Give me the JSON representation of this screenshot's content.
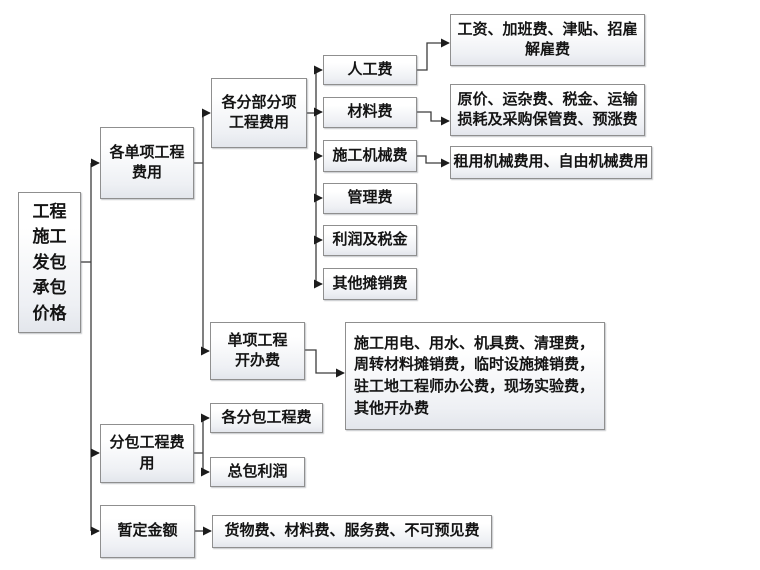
{
  "nodes": {
    "root": {
      "label": "工程\n施工\n发包\n承包\n价格"
    },
    "unit_project_fee": {
      "label": "各单项工程\n费用"
    },
    "divisional_fee": {
      "label": "各分部分项\n工程费用"
    },
    "labor_fee": {
      "label": "人工费"
    },
    "material_fee": {
      "label": "材料费"
    },
    "machinery_fee": {
      "label": "施工机械费"
    },
    "management_fee": {
      "label": "管理费"
    },
    "profit_tax": {
      "label": "利润及税金"
    },
    "other_amortization": {
      "label": "其他摊销费"
    },
    "labor_detail": {
      "label": "工资、加班费、津贴、招雇\n解雇费"
    },
    "material_detail": {
      "label": "原价、运杂费、税金、运输\n损耗及采购保管费、预涨费"
    },
    "machinery_detail": {
      "label": "租用机械费用、自由机械费用"
    },
    "site_setup_fee": {
      "label": "单项工程\n开办费"
    },
    "setup_detail": {
      "label": "施工用电、用水、机具费、清理费，\n周转材料摊销费，临时设施摊销费，\n驻工地工程师办公费，现场实验费，\n其他开办费"
    },
    "subcontract_fee": {
      "label": "分包工程费\n用"
    },
    "each_subcontract_fee": {
      "label": "各分包工程费"
    },
    "gc_profit": {
      "label": "总包利润"
    },
    "provisional_sum": {
      "label": "暂定金额"
    },
    "provisional_detail": {
      "label": "货物费、材料费、服务费、不可预见费"
    }
  },
  "colors": {
    "background": "#ffffff",
    "box_border": "#8f8f8f",
    "box_fill_top": "#ffffff",
    "box_fill_bottom": "#e3e6ec",
    "connector_line": "#3c3c3c",
    "text": "#141414"
  }
}
